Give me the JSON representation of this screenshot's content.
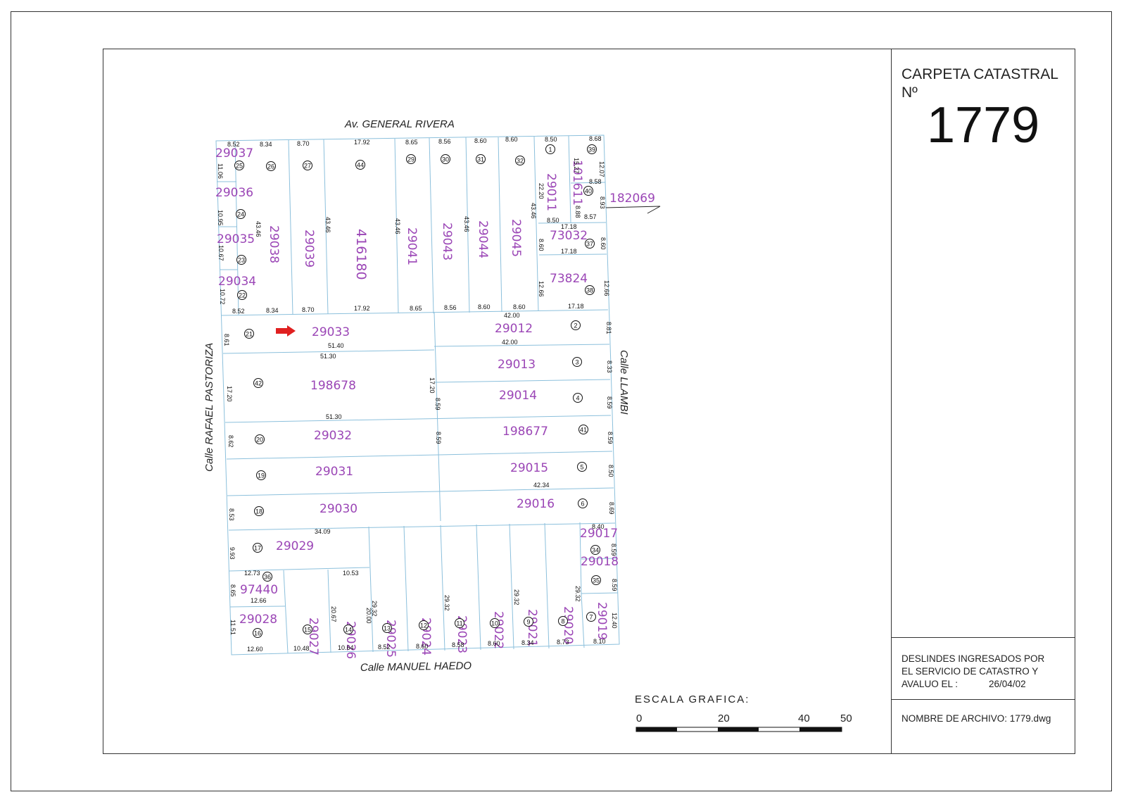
{
  "title_block": {
    "title_line1": "CARPETA CATASTRAL",
    "title_line2": "Nº",
    "number": "1779",
    "note_line1": "DESLINDES INGRESADOS POR",
    "note_line2": "EL SERVICIO DE CATASTRO Y",
    "note_line3": "AVALUO EL :",
    "note_date": "26/04/02",
    "file_name": "NOMBRE DE ARCHIVO: 1779.dwg"
  },
  "scale": {
    "title": "ESCALA GRAFICA:",
    "labels": [
      "0",
      "20",
      "40",
      "50"
    ]
  },
  "streets": {
    "north": "Av. GENERAL RIVERA",
    "south": "Calle MANUEL HAEDO",
    "west": "Calle RAFAEL PASTORIZA",
    "east": "Calle LLAMBI"
  },
  "colors": {
    "parcel_label": "#9b46b6",
    "boundary_line": "#8cc0dc",
    "highlight_arrow": "#e02020"
  },
  "external_parcel": "182069",
  "parcels": [
    {
      "padron": "29037",
      "lot": "25"
    },
    {
      "padron": "29036",
      "lot": "24"
    },
    {
      "padron": "29035",
      "lot": "23"
    },
    {
      "padron": "29034",
      "lot": "22"
    },
    {
      "padron": "29038",
      "lot": "26"
    },
    {
      "padron": "29039",
      "lot": "27"
    },
    {
      "padron": "416180",
      "lot": "44"
    },
    {
      "padron": "29041",
      "lot": "29"
    },
    {
      "padron": "29043",
      "lot": "30"
    },
    {
      "padron": "29044",
      "lot": "31"
    },
    {
      "padron": "29045",
      "lot": "32"
    },
    {
      "padron": "29011",
      "lot": "1"
    },
    {
      "padron": "101611",
      "lot": "39"
    },
    {
      "padron": "",
      "lot": "40"
    },
    {
      "padron": "73032",
      "lot": "37"
    },
    {
      "padron": "73824",
      "lot": "38"
    },
    {
      "padron": "29033",
      "lot": "21"
    },
    {
      "padron": "29012",
      "lot": "2"
    },
    {
      "padron": "198678",
      "lot": "42"
    },
    {
      "padron": "29013",
      "lot": "3"
    },
    {
      "padron": "29014",
      "lot": "4"
    },
    {
      "padron": "29032",
      "lot": "20"
    },
    {
      "padron": "198677",
      "lot": "41"
    },
    {
      "padron": "29031",
      "lot": "19"
    },
    {
      "padron": "29015",
      "lot": "5"
    },
    {
      "padron": "29030",
      "lot": "18"
    },
    {
      "padron": "29016",
      "lot": "6"
    },
    {
      "padron": "29029",
      "lot": "17"
    },
    {
      "padron": "29017",
      "lot": "34"
    },
    {
      "padron": "29018",
      "lot": "35"
    },
    {
      "padron": "97440",
      "lot": "36"
    },
    {
      "padron": "29028",
      "lot": "16"
    },
    {
      "padron": "29027",
      "lot": "15"
    },
    {
      "padron": "29026",
      "lot": "14"
    },
    {
      "padron": "29025",
      "lot": "13"
    },
    {
      "padron": "29024",
      "lot": "12"
    },
    {
      "padron": "29023",
      "lot": "11"
    },
    {
      "padron": "29022",
      "lot": "10"
    },
    {
      "padron": "29021",
      "lot": "9"
    },
    {
      "padron": "29020",
      "lot": "8"
    },
    {
      "padron": "29019",
      "lot": "7"
    }
  ],
  "dimensions": [
    "8.52",
    "8.34",
    "8.70",
    "17.92",
    "8.65",
    "8.56",
    "8.60",
    "8.60",
    "8.50",
    "8.68",
    "11.06",
    "10.95",
    "10.67",
    "10.72",
    "43.46",
    "43.46",
    "43.46",
    "43.46",
    "43.46",
    "22.20",
    "15.27",
    "12.07",
    "8.58",
    "8.88",
    "8.93",
    "8.57",
    "8.50",
    "17.18",
    "17.18",
    "8.60",
    "8.60",
    "12.66",
    "12.66",
    "17.18",
    "8.52",
    "8.34",
    "8.70",
    "17.92",
    "8.65",
    "8.56",
    "8.60",
    "8.60",
    "42.00",
    "42.00",
    "8.61",
    "8.81",
    "51.40",
    "51.30",
    "17.20",
    "17.20",
    "8.59",
    "8.33",
    "51.30",
    "8.59",
    "8.59",
    "8.59",
    "8.62",
    "8.50",
    "42.34",
    "8.53",
    "8.69",
    "9.93",
    "34.09",
    "8.40",
    "8.59",
    "8.59",
    "12.73",
    "10.53",
    "8.65",
    "12.66",
    "11.51",
    "20.67",
    "29.32",
    "20.00",
    "29.32",
    "29.32",
    "29.32",
    "12.40",
    "12.60",
    "10.48",
    "10.64",
    "8.52",
    "8.60",
    "8.58",
    "8.60",
    "8.34",
    "8.73",
    "8.10"
  ]
}
